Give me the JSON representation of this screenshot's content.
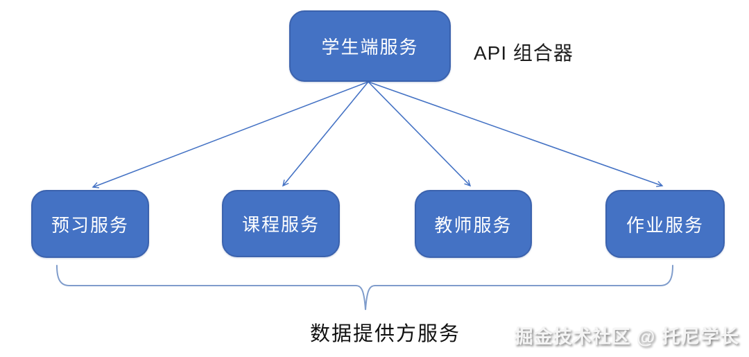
{
  "colors": {
    "box_fill": "#4472c4",
    "box_border": "#3b62ad",
    "arrow": "#4472c4",
    "brace": "#7f9ccb",
    "text_on_box": "#ffffff",
    "annotation_text": "#1c1c1c"
  },
  "composer": {
    "label": "学生端服务",
    "annotation": "API 组合器"
  },
  "providers": [
    {
      "label": "预习服务"
    },
    {
      "label": "课程服务"
    },
    {
      "label": "教师服务"
    },
    {
      "label": "作业服务"
    }
  ],
  "group_label": "数据提供方服务",
  "watermark": "掘金技术社区 @ 托尼学长"
}
